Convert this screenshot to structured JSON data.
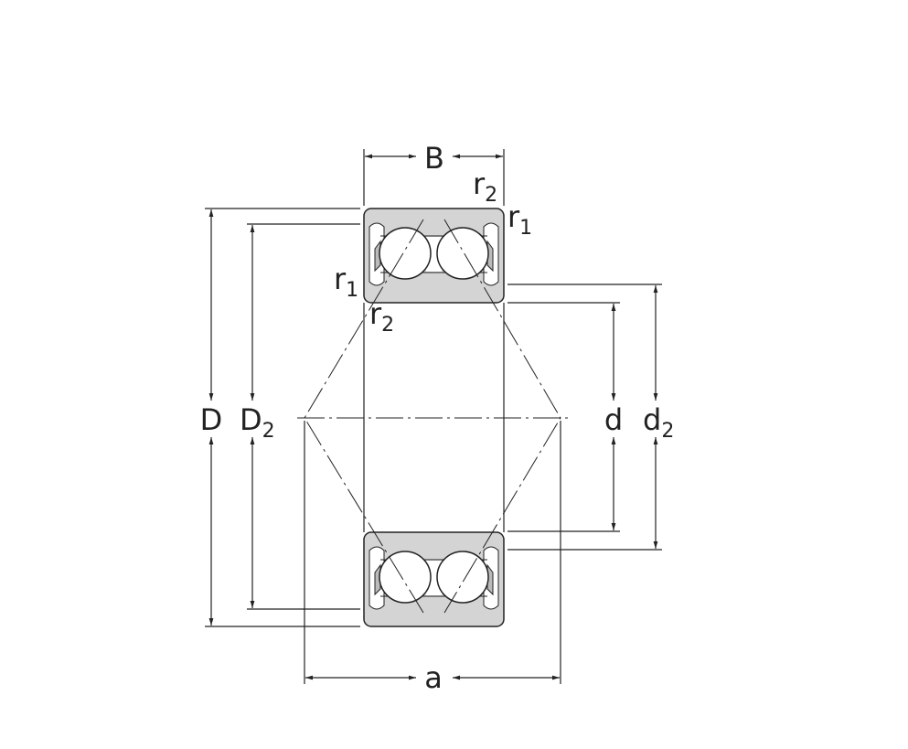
{
  "title": "Double row angular contact ball bearing dimension drawing",
  "labels": {
    "B": "B",
    "D": "D",
    "D2_main": "D",
    "D2_sub": "2",
    "d": "d",
    "d2_main": "d",
    "d2_sub": "2",
    "a": "a",
    "r1_top_main": "r",
    "r1_top_sub": "1",
    "r2_top_main": "r",
    "r2_top_sub": "2",
    "r1_left_main": "r",
    "r1_left_sub": "1",
    "r2_left_main": "r",
    "r2_left_sub": "2"
  },
  "colors": {
    "section_fill": "#d4d4d4",
    "line": "#222222"
  }
}
